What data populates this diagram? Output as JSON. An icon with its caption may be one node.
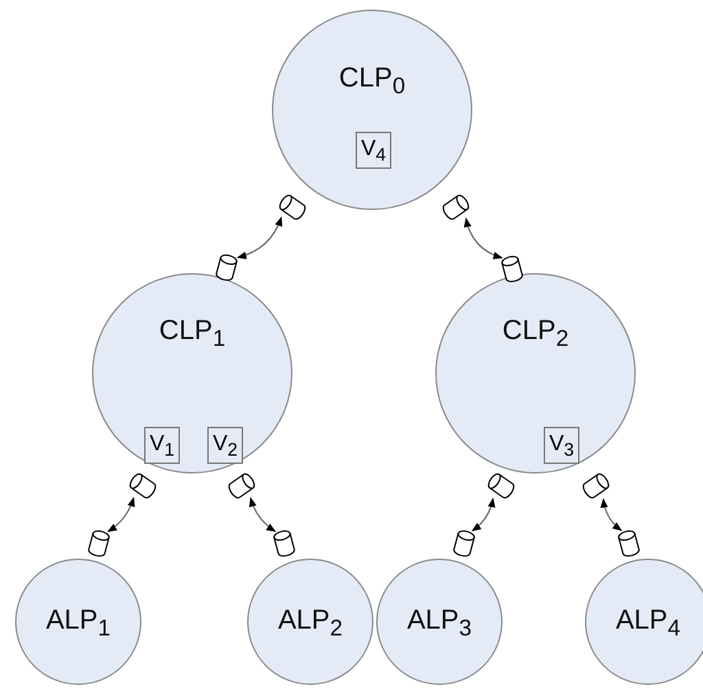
{
  "diagram": {
    "nodes": [
      {
        "text": [
          "CLP$_{0}$"
        ]
      },
      {
        "text": [
          "V$_{4}$"
        ],
        "in": 0
      },
      {
        "text": [],
        "shape": "cylinder"
      },
      {
        "text": [],
        "shape": "cylinder"
      },
      {
        "text": [],
        "shape": "cylinder"
      },
      {
        "text": [],
        "shape": "cylinder"
      },
      {
        "text": [
          "CLP$_{1}$"
        ]
      },
      {
        "text": [
          "V$_{1}$"
        ],
        "in": 6
      },
      {
        "text": [
          "V$_{2}$"
        ],
        "in": 6
      },
      {
        "text": [
          "CLP$_{2}$"
        ]
      },
      {
        "text": [
          "V$_{3}$"
        ],
        "in": 9
      },
      {
        "text": [],
        "shape": "cylinder"
      },
      {
        "text": [],
        "shape": "cylinder"
      },
      {
        "text": [],
        "shape": "cylinder"
      },
      {
        "text": [],
        "shape": "cylinder"
      },
      {
        "text": [],
        "shape": "cylinder"
      },
      {
        "text": [],
        "shape": "cylinder"
      },
      {
        "text": [],
        "shape": "cylinder"
      },
      {
        "text": [],
        "shape": "cylinder"
      },
      {
        "text": [
          "ALP$_{1}$"
        ]
      },
      {
        "text": [
          "ALP$_{2}$"
        ]
      },
      {
        "text": [
          "ALP$_{3}$"
        ]
      },
      {
        "text": [
          "ALP$_{4}$"
        ]
      }
    ],
    "edges": [
      {
        "from": 2,
        "to": 4,
        "arrow": "both"
      },
      {
        "from": 3,
        "to": 5,
        "arrow": "both"
      },
      {
        "from": 11,
        "to": 15,
        "arrow": "both"
      },
      {
        "from": 12,
        "to": 16,
        "arrow": "both"
      },
      {
        "from": 13,
        "to": 17,
        "arrow": "both"
      },
      {
        "from": 14,
        "to": 18,
        "arrow": "both"
      }
    ]
  }
}
